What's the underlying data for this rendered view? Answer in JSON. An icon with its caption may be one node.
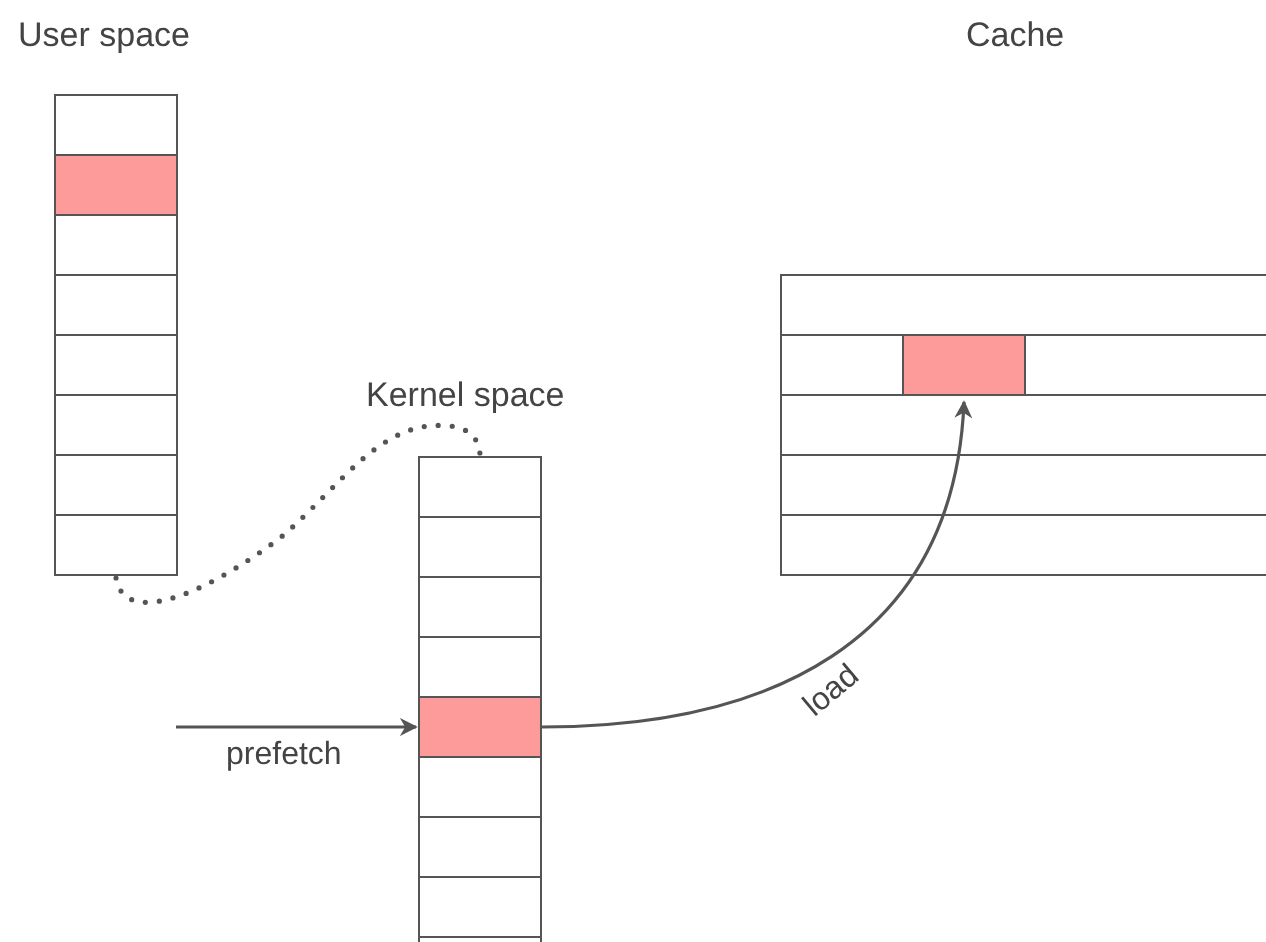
{
  "diagram": {
    "nodes": [
      {
        "text": [
          "User space"
        ]
      },
      {
        "text": [],
        "shape": "box",
        "in": 0
      },
      {
        "text": [
          "Kernel space"
        ]
      },
      {
        "text": [],
        "shape": "box",
        "in": 2
      },
      {
        "text": [],
        "shape": "box"
      },
      {
        "text": [],
        "shape": "box",
        "in": 4
      }
    ],
    "edges": [
      {
        "from": 0,
        "to": 2,
        "arrow": "none",
        "style": "dashed"
      },
      {
        "from": null,
        "to": 3,
        "arrow": "to",
        "label": "prefetch"
      },
      {
        "from": 3,
        "to": 5,
        "arrow": "to",
        "label": "load"
      }
    ],
    "labels": [
      "Cache"
    ]
  }
}
